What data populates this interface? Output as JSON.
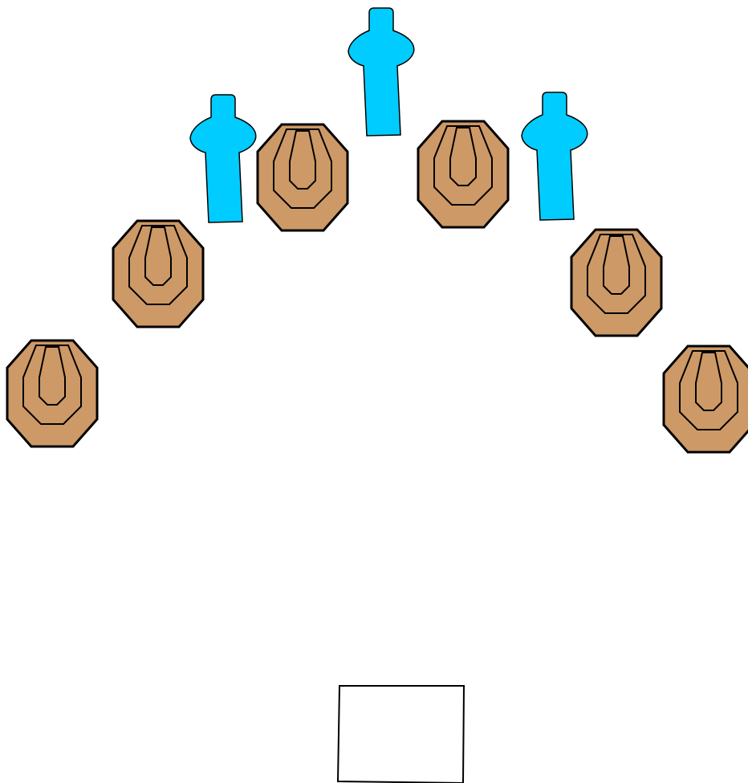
{
  "stage": {
    "name": "shooting-stage-layout",
    "background": "#ffffff"
  },
  "colors": {
    "paper_target_fill": "#cd9966",
    "no_shoot_fill": "#00ccff",
    "outline": "#000000"
  },
  "elements": {
    "paper_targets": [
      {
        "id": "paper-target-1",
        "type": "paper-target"
      },
      {
        "id": "paper-target-2",
        "type": "paper-target"
      },
      {
        "id": "paper-target-3",
        "type": "paper-target"
      },
      {
        "id": "paper-target-4",
        "type": "paper-target"
      },
      {
        "id": "paper-target-5",
        "type": "paper-target"
      },
      {
        "id": "paper-target-6",
        "type": "paper-target"
      }
    ],
    "no_shoot_targets": [
      {
        "id": "no-shoot-1",
        "type": "no-shoot"
      },
      {
        "id": "no-shoot-2",
        "type": "no-shoot"
      },
      {
        "id": "no-shoot-3",
        "type": "no-shoot"
      }
    ],
    "shooting_box": {
      "id": "shooting-box",
      "type": "shooting-area"
    }
  }
}
